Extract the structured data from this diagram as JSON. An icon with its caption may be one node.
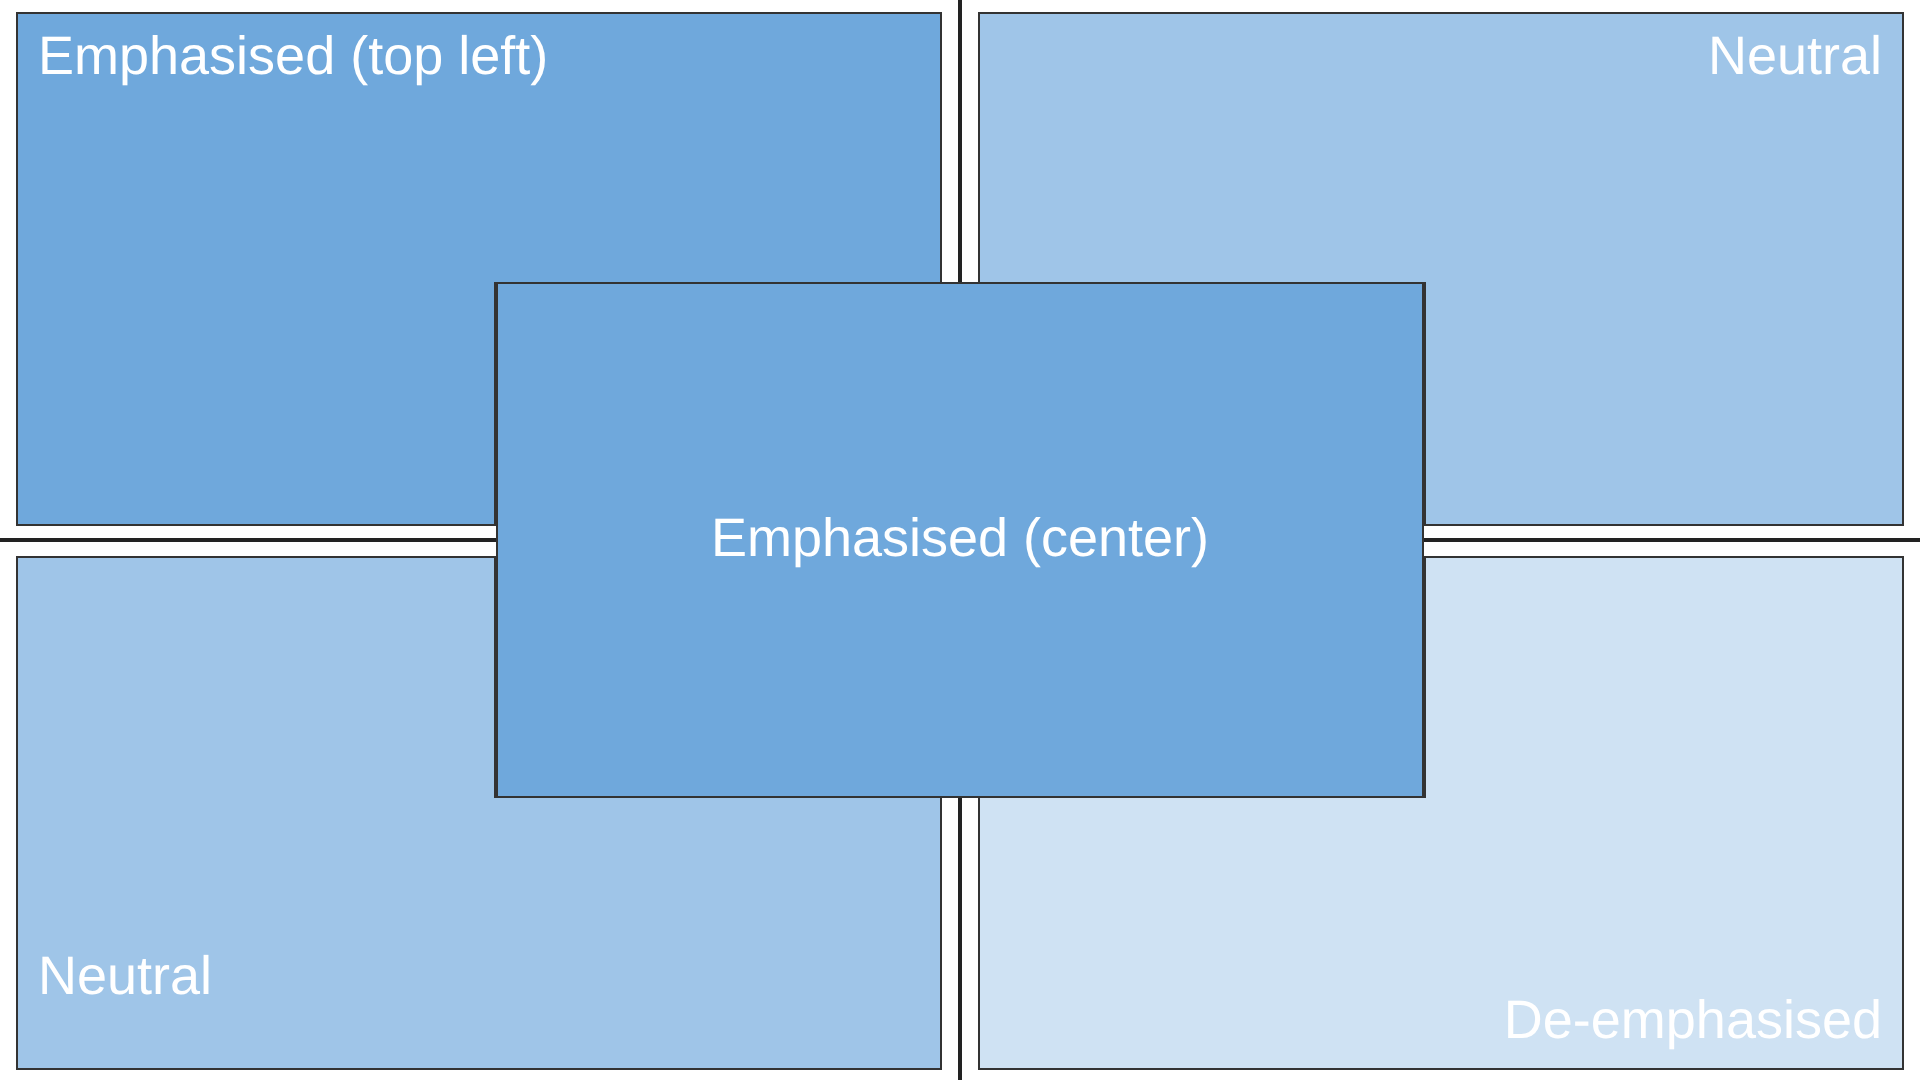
{
  "diagram": {
    "nodes": [
      {
        "text": [
          "Emphasised (top left)"
        ]
      },
      {
        "text": [
          "Neutral"
        ]
      },
      {
        "text": [
          "Neutral"
        ]
      },
      {
        "text": [
          "De-emphasised"
        ]
      },
      {
        "text": [
          "Emphasised (center)"
        ]
      }
    ]
  }
}
